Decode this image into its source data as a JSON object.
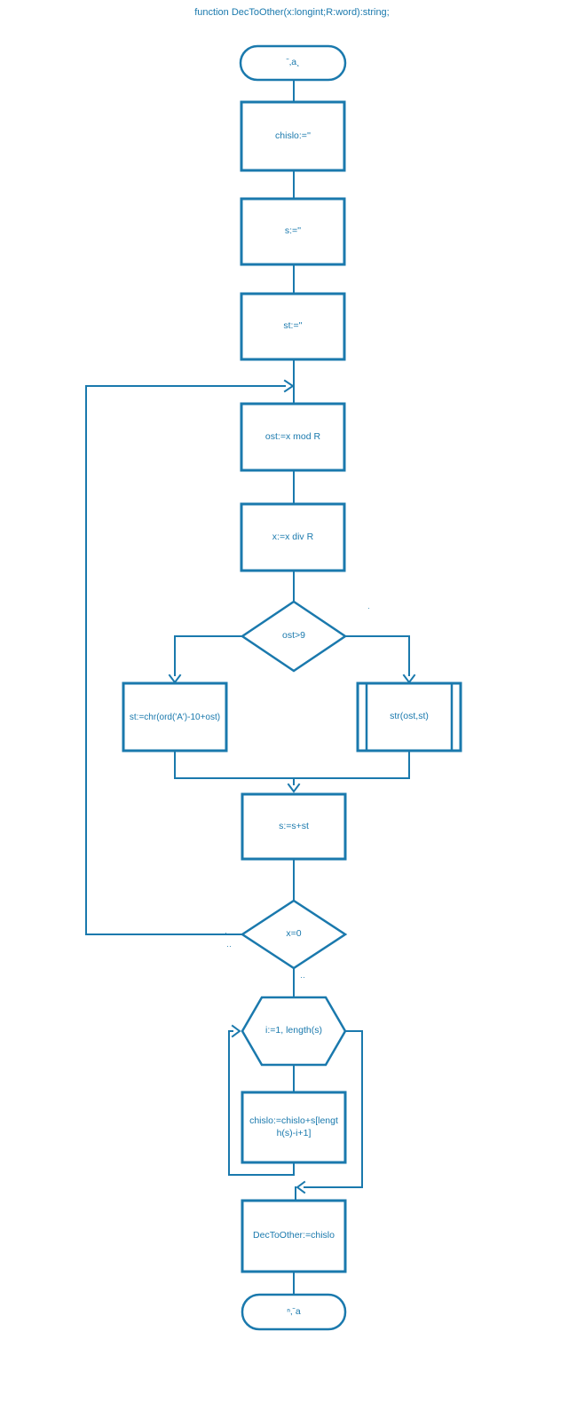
{
  "title": "function DecToOther(x:longint;R:word):string;",
  "colors": {
    "accent": "#1a79ad",
    "background": "#ffffff"
  },
  "nodes": {
    "start": "ˉ‚a¸",
    "init_chislo": "chislo:=''",
    "init_s": "s:=''",
    "init_st": "st:=''",
    "mod_step": "ost:=x mod R",
    "div_step": "x:=x div R",
    "decision_ost": "ost>9",
    "branch_letter": "st:=chr(ord('A')-10+ost)",
    "branch_digit": "str(ost,st)",
    "append_step": "s:=s+st",
    "decision_x": "x=0",
    "loop_header": "i:=1, length(s)",
    "loop_body": "chislo:=chislo+s[length(s)-i+1]",
    "result_step": "DecToOther:=chislo",
    "end": "ⁿ‚ˉa"
  },
  "marks": {
    "ost_branch_right": "·",
    "x_branch_left_1": "·",
    "x_branch_left_2": "‥",
    "x_branch_below": "‥"
  }
}
